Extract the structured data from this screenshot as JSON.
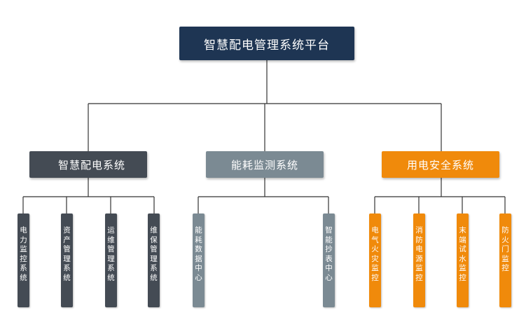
{
  "root": {
    "label": "智慧配电管理系统平台",
    "color": "#1e3553"
  },
  "systems": [
    {
      "label": "智慧配电系统",
      "color": "#444b54",
      "children": [
        "电力监控系统",
        "资产管理系统",
        "运维管理系统",
        "维保管理系统"
      ]
    },
    {
      "label": "能耗监测系统",
      "color": "#7b8a93",
      "children": [
        "能耗数据中心",
        "智能抄表中心"
      ]
    },
    {
      "label": "用电安全系统",
      "color": "#f08a0b",
      "children": [
        "电气火灾监控",
        "消防电源监控",
        "末端试水监控",
        "防火门监控"
      ]
    }
  ],
  "connector_color": "#333333"
}
